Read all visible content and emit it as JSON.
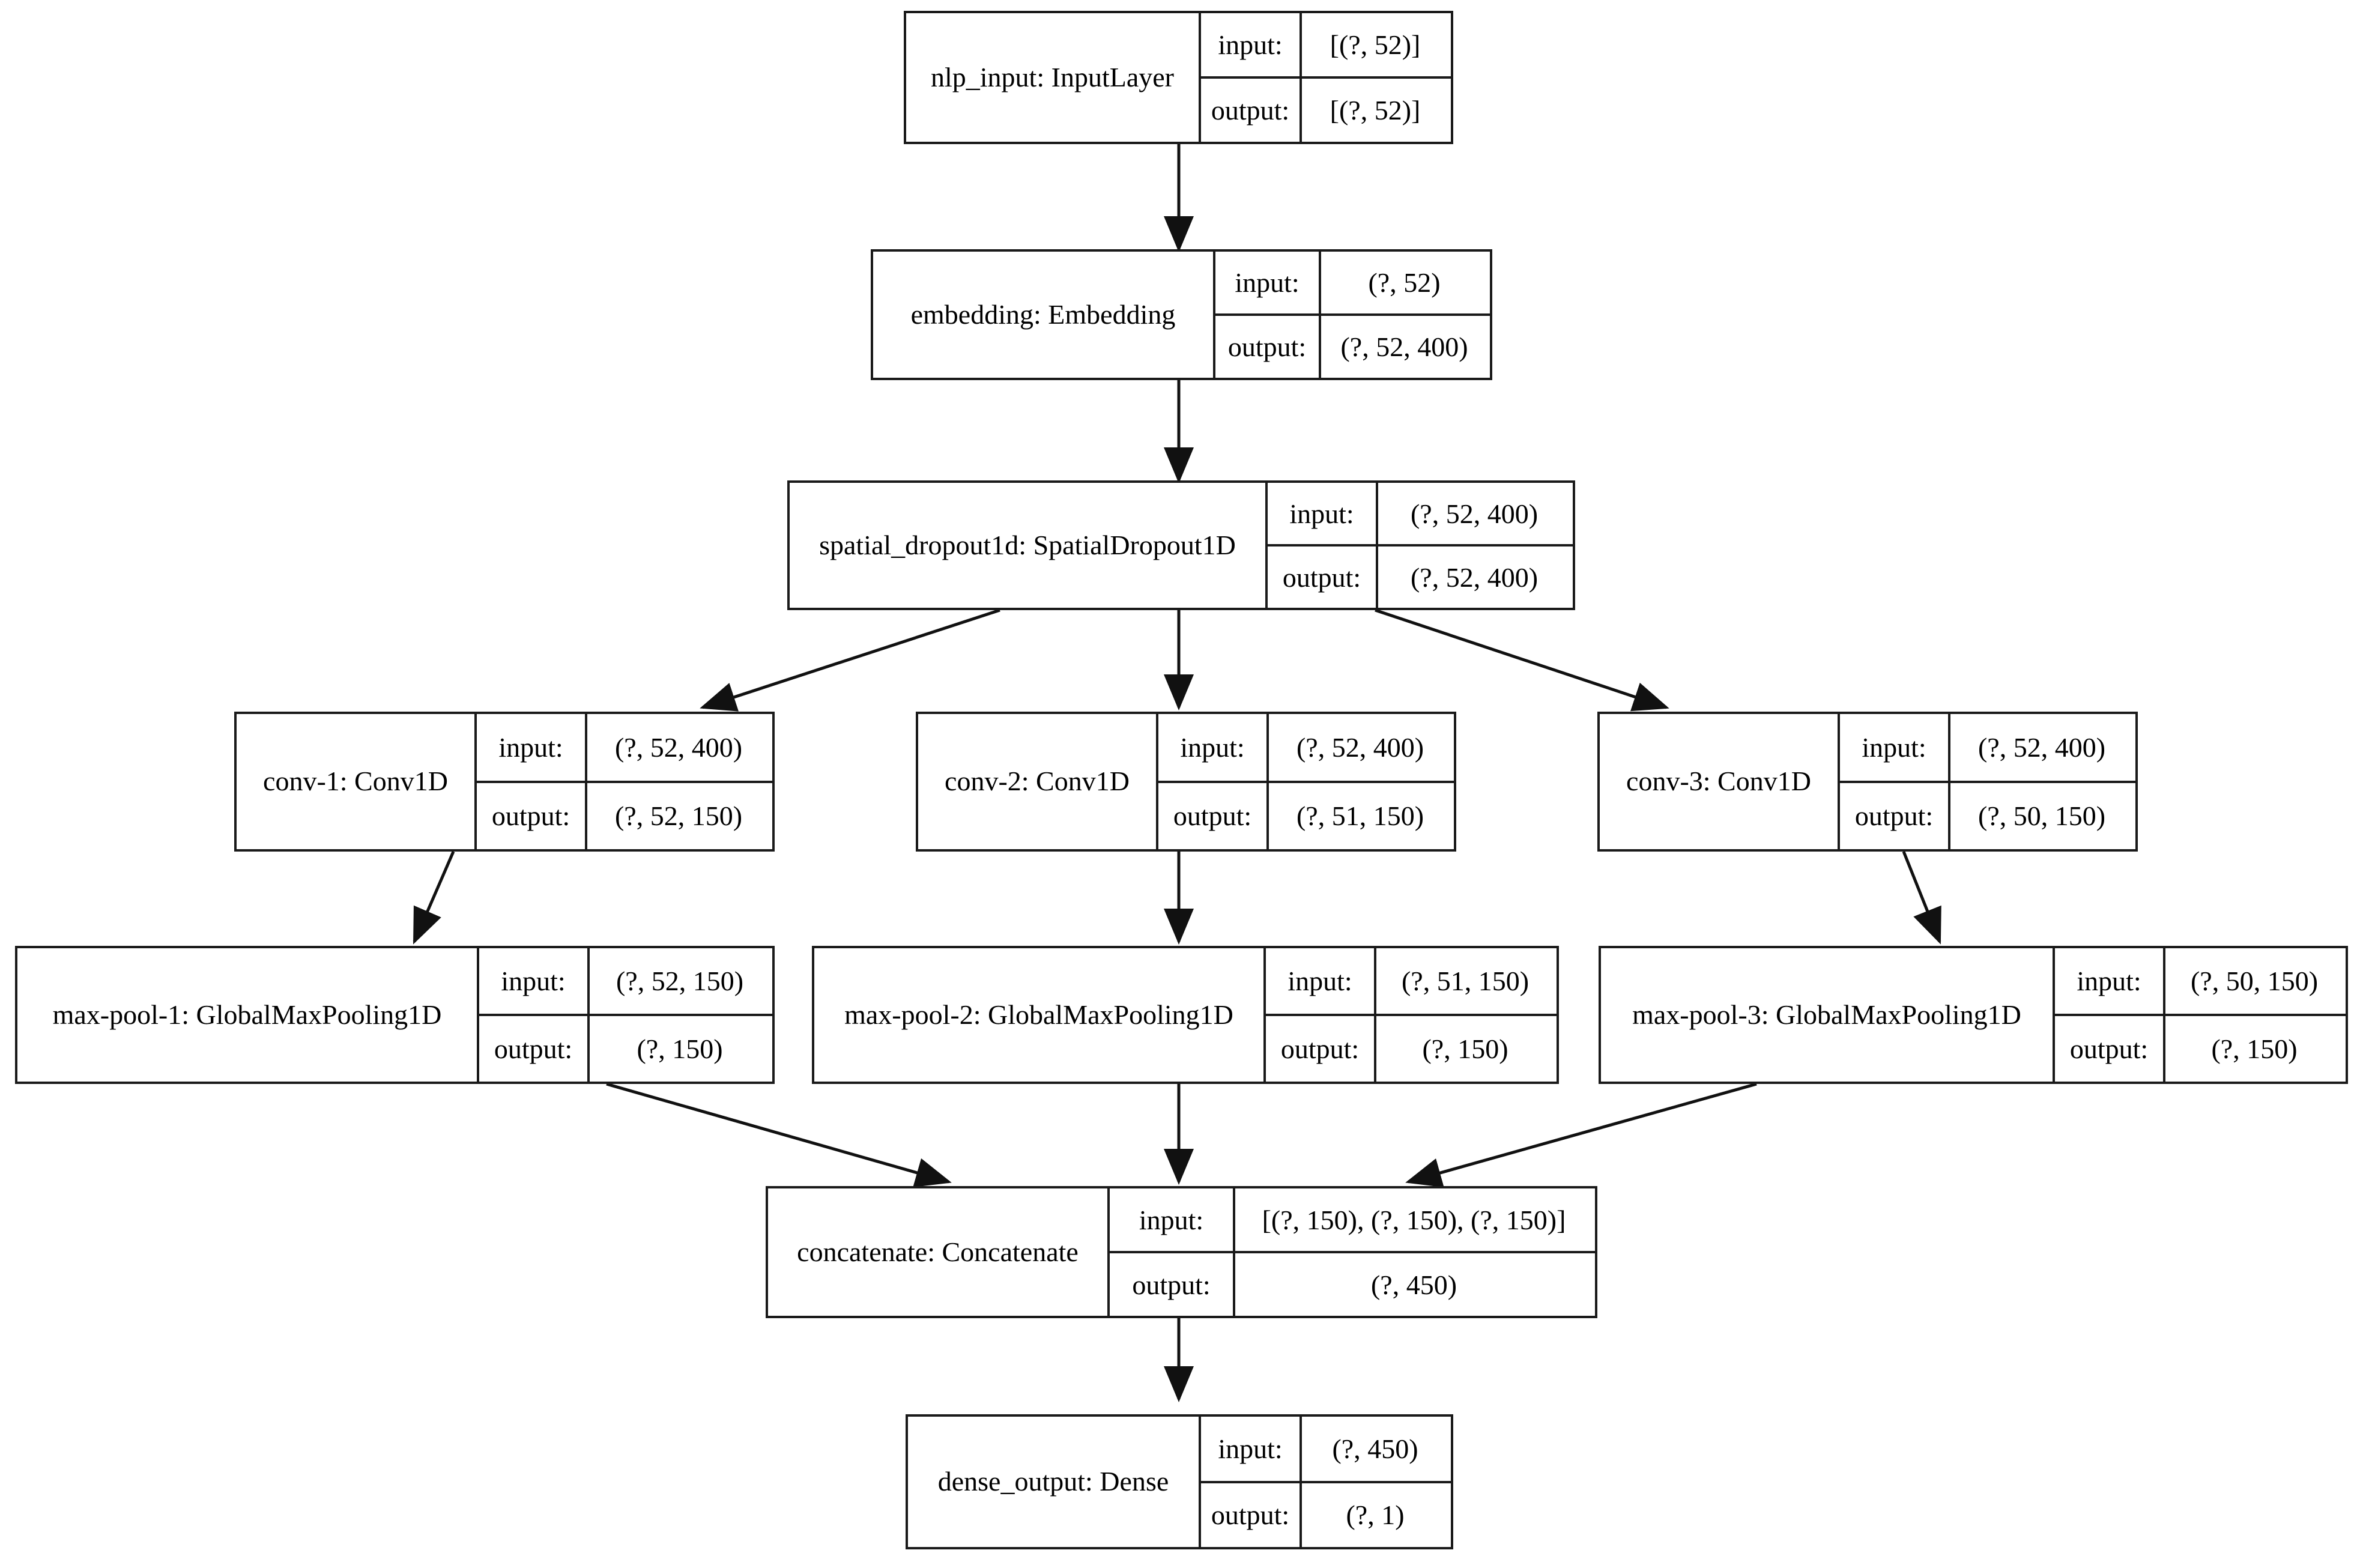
{
  "diagram": {
    "type": "keras-model-plot",
    "title": "",
    "io_labels": {
      "input": "input:",
      "output": "output:"
    },
    "colors": {
      "stroke": "#1a1a1a",
      "background": "#ffffff",
      "text": "#000000"
    },
    "nodes": [
      {
        "id": "nlp_input",
        "name": "nlp_input: InputLayer",
        "input": "[(?, 52)]",
        "output": "[(?, 52)]"
      },
      {
        "id": "embedding",
        "name": "embedding: Embedding",
        "input": "(?, 52)",
        "output": "(?, 52, 400)"
      },
      {
        "id": "spatial_dropout1d",
        "name": "spatial_dropout1d: SpatialDropout1D",
        "input": "(?, 52, 400)",
        "output": "(?, 52, 400)"
      },
      {
        "id": "conv_1",
        "name": "conv-1: Conv1D",
        "input": "(?, 52, 400)",
        "output": "(?, 52, 150)"
      },
      {
        "id": "conv_2",
        "name": "conv-2: Conv1D",
        "input": "(?, 52, 400)",
        "output": "(?, 51, 150)"
      },
      {
        "id": "conv_3",
        "name": "conv-3: Conv1D",
        "input": "(?, 52, 400)",
        "output": "(?, 50, 150)"
      },
      {
        "id": "max_pool_1",
        "name": "max-pool-1: GlobalMaxPooling1D",
        "input": "(?, 52, 150)",
        "output": "(?, 150)"
      },
      {
        "id": "max_pool_2",
        "name": "max-pool-2: GlobalMaxPooling1D",
        "input": "(?, 51, 150)",
        "output": "(?, 150)"
      },
      {
        "id": "max_pool_3",
        "name": "max-pool-3: GlobalMaxPooling1D",
        "input": "(?, 50, 150)",
        "output": "(?, 150)"
      },
      {
        "id": "concatenate",
        "name": "concatenate: Concatenate",
        "input": "[(?, 150), (?, 150), (?, 150)]",
        "output": "(?, 450)"
      },
      {
        "id": "dense_output",
        "name": "dense_output: Dense",
        "input": "(?, 450)",
        "output": "(?, 1)"
      }
    ],
    "edges": [
      {
        "from": "nlp_input",
        "to": "embedding"
      },
      {
        "from": "embedding",
        "to": "spatial_dropout1d"
      },
      {
        "from": "spatial_dropout1d",
        "to": "conv_1"
      },
      {
        "from": "spatial_dropout1d",
        "to": "conv_2"
      },
      {
        "from": "spatial_dropout1d",
        "to": "conv_3"
      },
      {
        "from": "conv_1",
        "to": "max_pool_1"
      },
      {
        "from": "conv_2",
        "to": "max_pool_2"
      },
      {
        "from": "conv_3",
        "to": "max_pool_3"
      },
      {
        "from": "max_pool_1",
        "to": "concatenate"
      },
      {
        "from": "max_pool_2",
        "to": "concatenate"
      },
      {
        "from": "max_pool_3",
        "to": "concatenate"
      },
      {
        "from": "concatenate",
        "to": "dense_output"
      }
    ]
  }
}
